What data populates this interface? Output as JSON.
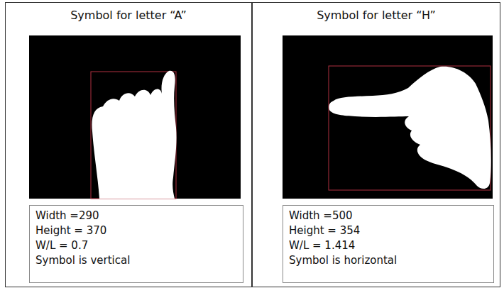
{
  "diagram": {
    "nodes": [
      {
        "text": [
          "Symbol for letter “A”"
        ]
      },
      {
        "text": [
          "Width =290",
          "Height = 370",
          "W/L = 0.7",
          "Symbol is vertical"
        ],
        "in": 0
      },
      {
        "text": [
          "Symbol for letter “H”"
        ]
      },
      {
        "text": [
          "Width =500",
          "Height = 354",
          "W/L = 1.414",
          "Symbol is horizontal"
        ],
        "in": 2
      }
    ]
  }
}
